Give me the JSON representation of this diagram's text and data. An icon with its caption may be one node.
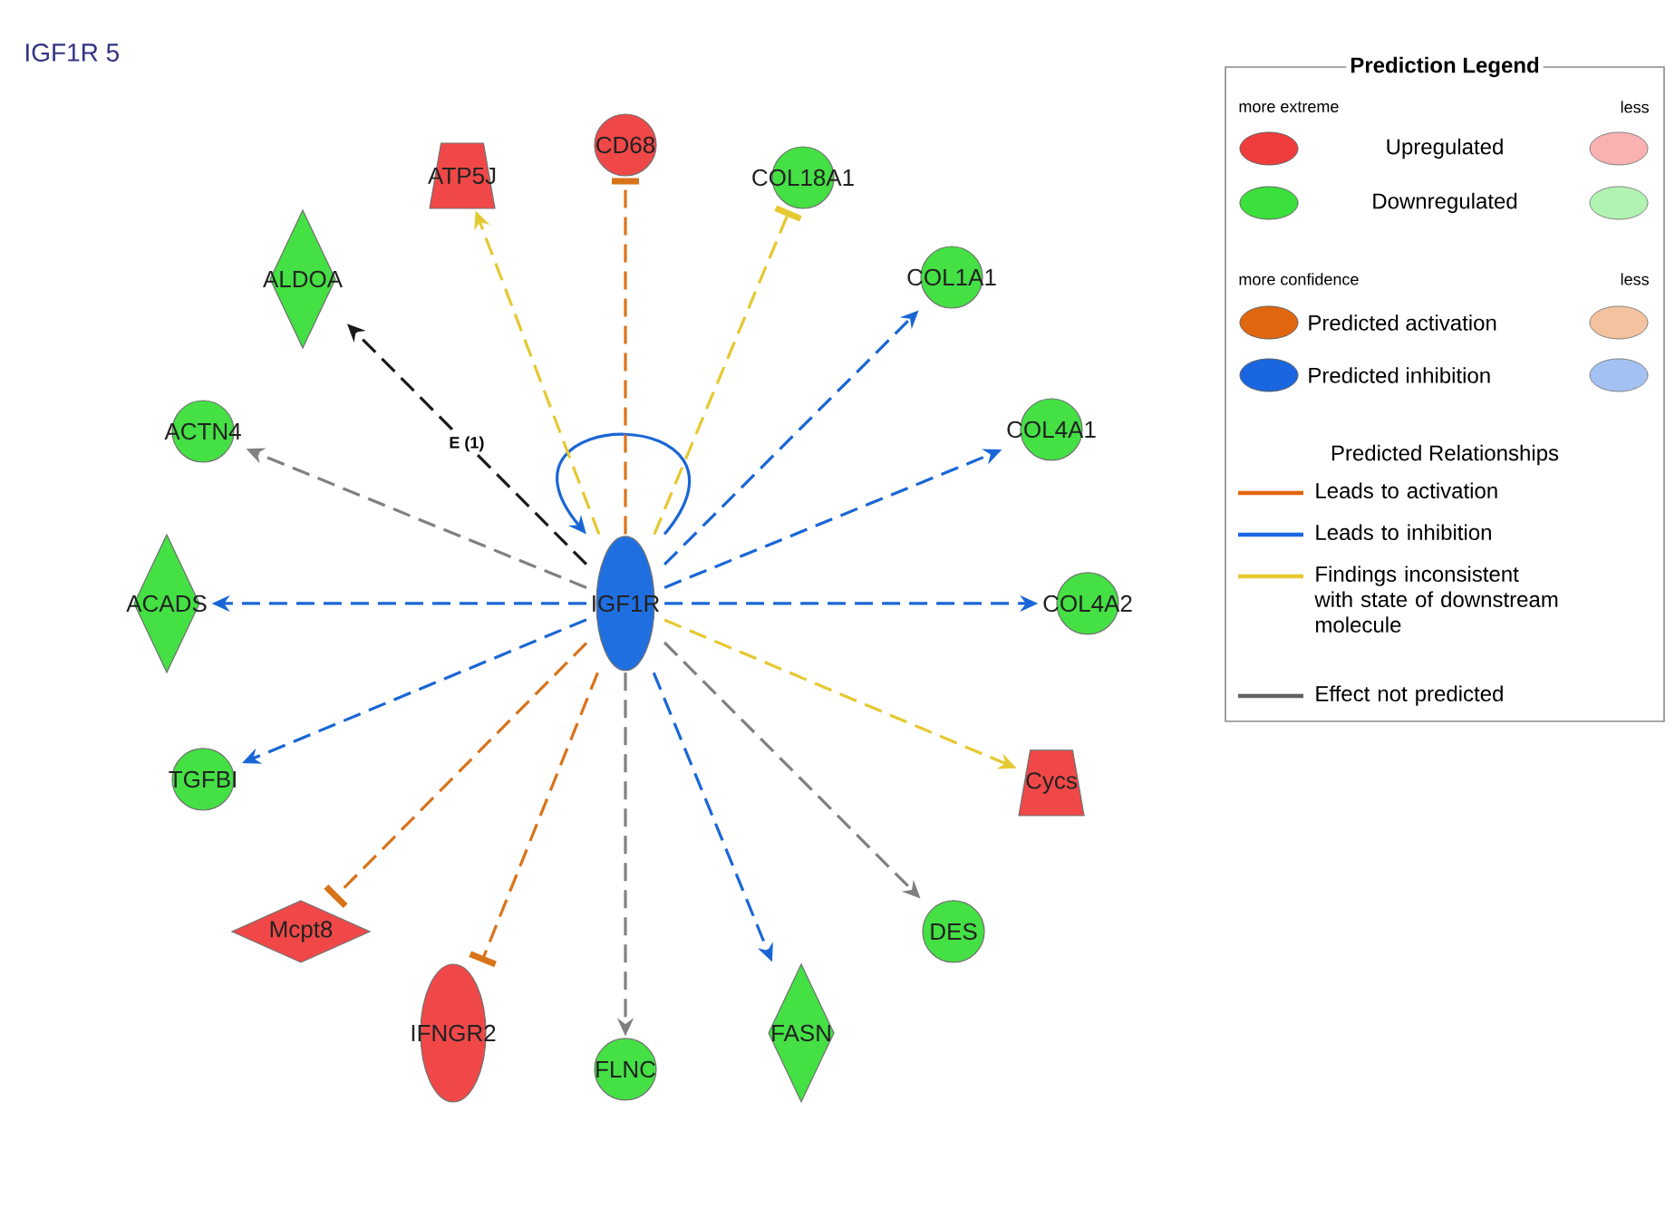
{
  "diagram": {
    "title": "IGF1R 5",
    "nodes": [
      {
        "text": [
          "IGF1R"
        ]
      },
      {
        "text": [
          "CD68"
        ]
      },
      {
        "text": [
          "ATP5J"
        ]
      },
      {
        "text": [
          "COL18A1"
        ]
      },
      {
        "text": [
          "ALDOA"
        ]
      },
      {
        "text": [
          "COL1A1"
        ]
      },
      {
        "text": [
          "ACTN4"
        ]
      },
      {
        "text": [
          "COL4A1"
        ]
      },
      {
        "text": [
          "ACADS"
        ]
      },
      {
        "text": [
          "COL4A2"
        ]
      },
      {
        "text": [
          "TGFBI"
        ]
      },
      {
        "text": [
          "Cycs"
        ]
      },
      {
        "text": [
          "Mcpt8"
        ]
      },
      {
        "text": [
          "DES"
        ]
      },
      {
        "text": [
          "IFNGR2"
        ]
      },
      {
        "text": [
          "FLNC"
        ]
      },
      {
        "text": [
          "FASN"
        ]
      }
    ],
    "edges": [
      {
        "from": 0,
        "to": 0,
        "arrow": "to",
        "color": "#1a66d6"
      },
      {
        "from": 0,
        "to": 1,
        "arrow": "other",
        "style": "dashed",
        "color": "#d9731a"
      },
      {
        "from": 0,
        "to": 2,
        "arrow": "to",
        "style": "dashed",
        "color": "#e6c832"
      },
      {
        "from": 0,
        "to": 3,
        "arrow": "other",
        "style": "dashed",
        "color": "#e6c832"
      },
      {
        "from": 0,
        "to": 4,
        "arrow": "to",
        "style": "dashed",
        "color": "#1a1a1a",
        "label": "E (1)"
      },
      {
        "from": 0,
        "to": 5,
        "arrow": "to",
        "style": "dashed",
        "color": "#1a66d6"
      },
      {
        "from": 0,
        "to": 6,
        "arrow": "to",
        "style": "dashed",
        "color": "#808080"
      },
      {
        "from": 0,
        "to": 7,
        "arrow": "to",
        "style": "dashed",
        "color": "#1a66d6"
      },
      {
        "from": 0,
        "to": 8,
        "arrow": "to",
        "style": "dashed",
        "color": "#1a66d6"
      },
      {
        "from": 0,
        "to": 9,
        "arrow": "to",
        "style": "dashed",
        "color": "#1a66d6"
      },
      {
        "from": 0,
        "to": 10,
        "arrow": "to",
        "style": "dashed",
        "color": "#1a66d6"
      },
      {
        "from": 0,
        "to": 11,
        "arrow": "to",
        "style": "dashed",
        "color": "#e6c832"
      },
      {
        "from": 0,
        "to": 12,
        "arrow": "other",
        "style": "dashed",
        "color": "#d9731a"
      },
      {
        "from": 0,
        "to": 13,
        "arrow": "to",
        "style": "dashed",
        "color": "#808080"
      },
      {
        "from": 0,
        "to": 14,
        "arrow": "other",
        "style": "dashed",
        "color": "#d9731a"
      },
      {
        "from": 0,
        "to": 15,
        "arrow": "to",
        "style": "dashed",
        "color": "#808080"
      },
      {
        "from": 0,
        "to": 16,
        "arrow": "to",
        "style": "dashed",
        "color": "#1a66d6"
      }
    ],
    "labels": [
      "Prediction Legend",
      "more extreme",
      "less",
      "more confidence",
      "less",
      "Predicted Relationships"
    ],
    "legend": [
      {
        "text": "Upregulated",
        "color": "#f03c3c"
      },
      {
        "text": "Downregulated",
        "color": "#3ce03c"
      },
      {
        "text": "Predicted activation",
        "color": "#e0660f"
      },
      {
        "text": "Predicted inhibition",
        "color": "#1a66e0"
      },
      {
        "text": "Leads to activation"
      },
      {
        "text": "Leads to inhibition"
      },
      {
        "text": "Findings inconsistent with state of downstream molecule"
      },
      {
        "text": "Effect not predicted"
      }
    ]
  }
}
